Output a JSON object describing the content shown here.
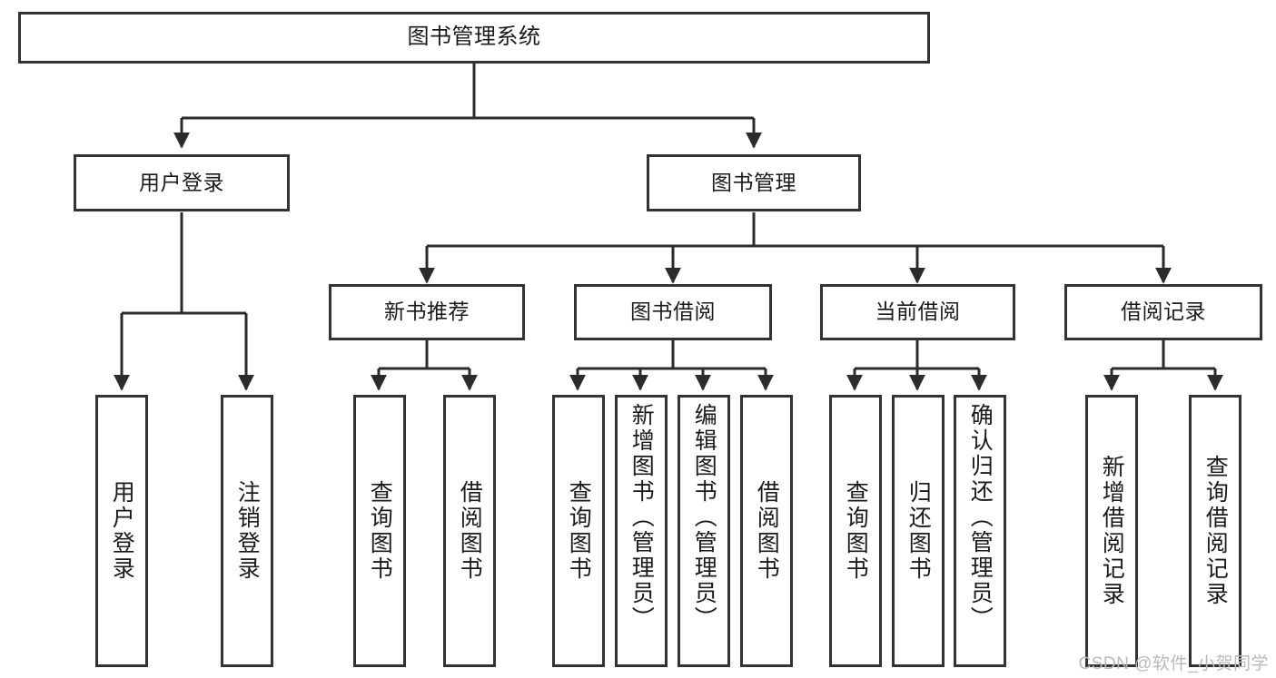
{
  "diagram": {
    "title": "图书管理系统",
    "type": "functional-decomposition-tree",
    "colors": {
      "box_border": "#333333",
      "box_fill": "#ffffff",
      "connector": "#2b2b2b",
      "text": "#1a1a1a",
      "watermark": "#b9b9b9"
    },
    "levels": {
      "root": {
        "label": "图书管理系统"
      },
      "level1": [
        {
          "id": "user-login",
          "label": "用户登录"
        },
        {
          "id": "book-management",
          "label": "图书管理"
        }
      ],
      "level2": [
        {
          "id": "new-book-recommend",
          "label": "新书推荐",
          "parent": "book-management"
        },
        {
          "id": "book-borrow",
          "label": "图书借阅",
          "parent": "book-management"
        },
        {
          "id": "current-borrow",
          "label": "当前借阅",
          "parent": "book-management"
        },
        {
          "id": "borrow-record",
          "label": "借阅记录",
          "parent": "book-management"
        }
      ],
      "leaves": [
        {
          "id": "leaf-user-login",
          "label": "用户登录",
          "parent": "user-login"
        },
        {
          "id": "leaf-logout",
          "label": "注销登录",
          "parent": "user-login"
        },
        {
          "id": "leaf-query-book-1",
          "label": "查询图书",
          "parent": "new-book-recommend"
        },
        {
          "id": "leaf-borrow-book-1",
          "label": "借阅图书",
          "parent": "new-book-recommend"
        },
        {
          "id": "leaf-query-book-2",
          "label": "查询图书",
          "parent": "book-borrow"
        },
        {
          "id": "leaf-add-book",
          "label": "新增图书（管理员）",
          "parent": "book-borrow"
        },
        {
          "id": "leaf-edit-book",
          "label": "编辑图书（管理员）",
          "parent": "book-borrow"
        },
        {
          "id": "leaf-borrow-book-2",
          "label": "借阅图书",
          "parent": "book-borrow"
        },
        {
          "id": "leaf-query-book-3",
          "label": "查询图书",
          "parent": "current-borrow"
        },
        {
          "id": "leaf-return-book",
          "label": "归还图书",
          "parent": "current-borrow"
        },
        {
          "id": "leaf-confirm-return",
          "label": "确认归还（管理员）",
          "parent": "current-borrow"
        },
        {
          "id": "leaf-add-record",
          "label": "新增借阅记录",
          "parent": "borrow-record"
        },
        {
          "id": "leaf-query-record",
          "label": "查询借阅记录",
          "parent": "borrow-record"
        }
      ]
    },
    "watermark": "CSDN @软件_小贺同学"
  }
}
